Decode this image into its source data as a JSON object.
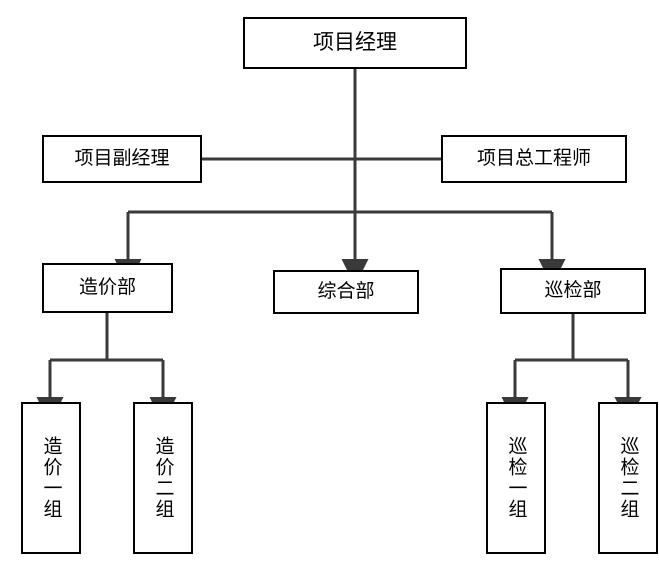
{
  "diagram": {
    "type": "org-chart",
    "title_visible": false,
    "colors": {
      "line": "#3a3a3a",
      "border": "#000000",
      "background": "#ffffff",
      "text": "#000000"
    },
    "nodes": {
      "project_manager": {
        "label": "项目经理",
        "level": 1
      },
      "deputy_manager": {
        "label": "项目副经理",
        "level": 2
      },
      "chief_engineer": {
        "label": "项目总工程师",
        "level": 2
      },
      "cost_dept": {
        "label": "造价部",
        "level": 3
      },
      "general_dept": {
        "label": "综合部",
        "level": 3
      },
      "inspection_dept": {
        "label": "巡检部",
        "level": 3
      },
      "cost_team_1": {
        "label": "造价一组",
        "level": 4
      },
      "cost_team_2": {
        "label": "造价二组",
        "level": 4
      },
      "inspection_team_1": {
        "label": "巡检一组",
        "level": 4
      },
      "inspection_team_2": {
        "label": "巡检二组",
        "level": 4
      }
    },
    "edges": [
      {
        "from": "project_manager",
        "to": "deputy_manager"
      },
      {
        "from": "project_manager",
        "to": "chief_engineer"
      },
      {
        "from": "project_manager",
        "to": "cost_dept"
      },
      {
        "from": "project_manager",
        "to": "general_dept"
      },
      {
        "from": "project_manager",
        "to": "inspection_dept"
      },
      {
        "from": "cost_dept",
        "to": "cost_team_1"
      },
      {
        "from": "cost_dept",
        "to": "cost_team_2"
      },
      {
        "from": "inspection_dept",
        "to": "inspection_team_1"
      },
      {
        "from": "inspection_dept",
        "to": "inspection_team_2"
      }
    ]
  }
}
